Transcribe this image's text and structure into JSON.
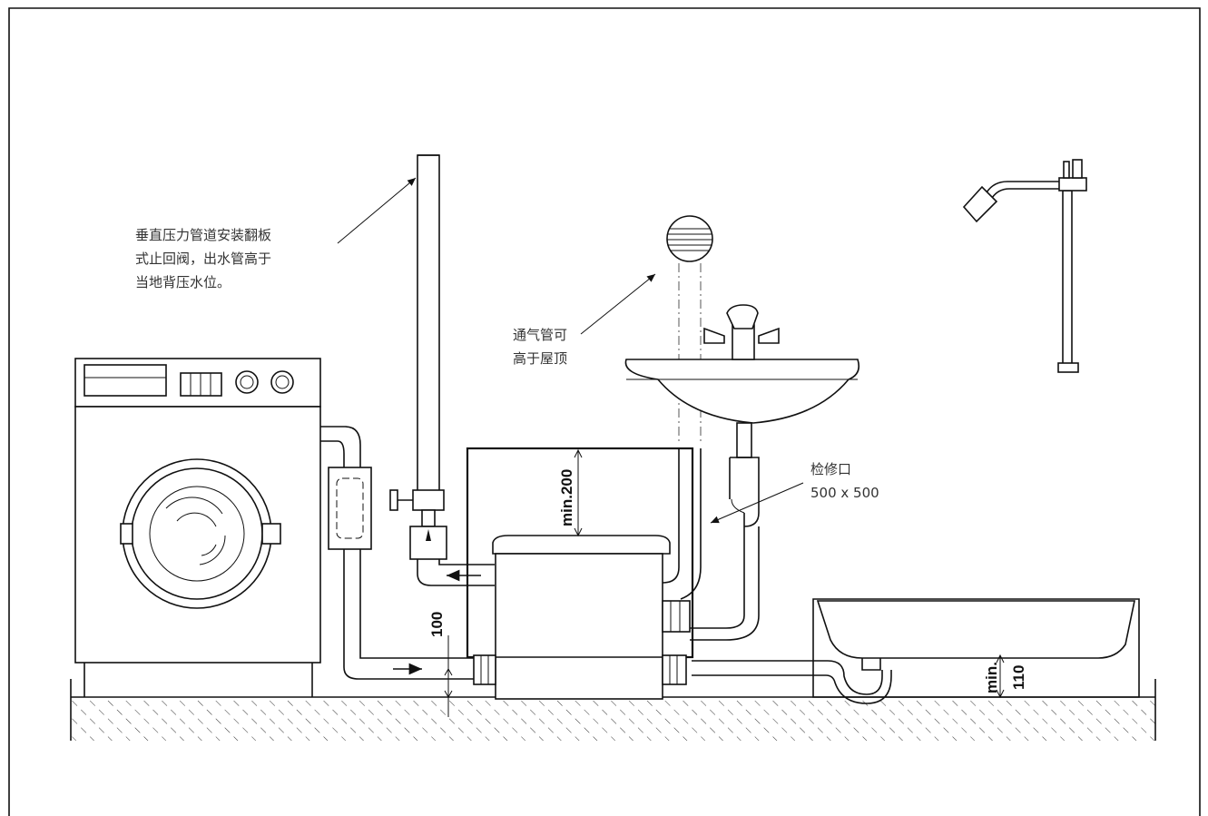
{
  "annotations": {
    "check_valve_note": [
      "垂直压力管道安装翻板",
      "式止回阀，出水管高于",
      "当地背压水位。"
    ],
    "vent_note": [
      "通气管可",
      "高于屋顶"
    ],
    "service_opening": [
      "检修口",
      "500 x 500"
    ]
  },
  "dimensions": {
    "top_clearance": "min.200",
    "inlet_height": "100",
    "bathtub_height_min": "min.",
    "bathtub_height_val": "110"
  }
}
